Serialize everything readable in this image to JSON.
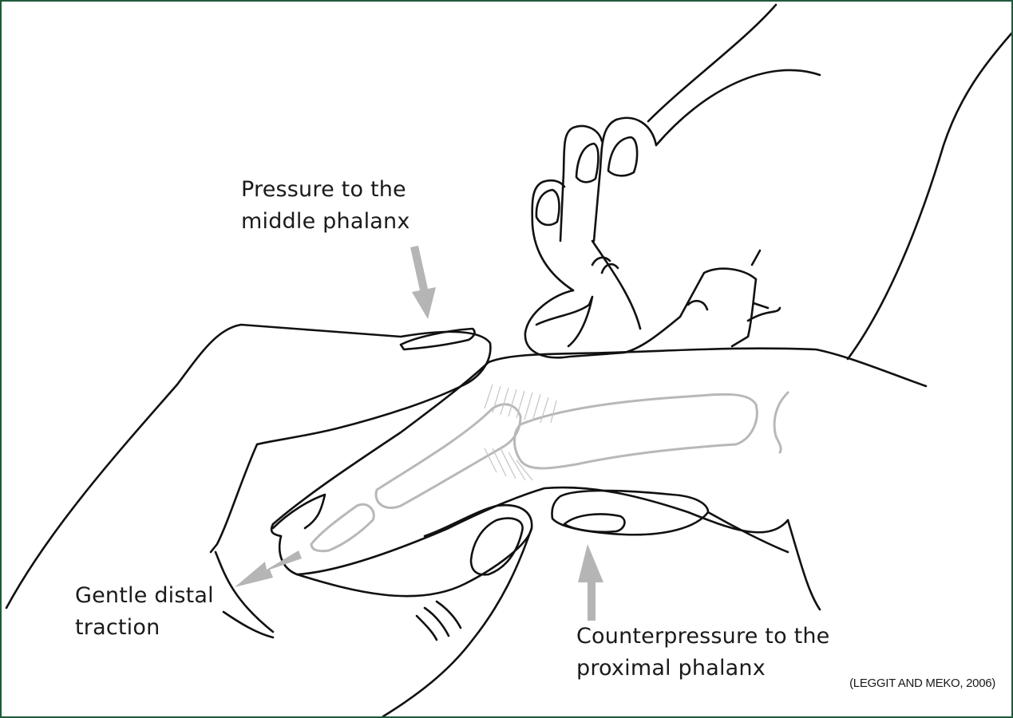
{
  "labels": {
    "pressure": {
      "line1": "Pressure to the",
      "line2": "middle phalanx"
    },
    "traction": {
      "line1": "Gentle distal",
      "line2": "traction"
    },
    "counter": {
      "line1": "Counterpressure to the",
      "line2": "proximal phalanx"
    }
  },
  "credit": "(LEGGIT AND MEKO, 2006)",
  "colors": {
    "border": "#1f5a3a",
    "arrow": "#b5b5b5",
    "bone": "#b8b8b8",
    "ink": "#111111"
  }
}
